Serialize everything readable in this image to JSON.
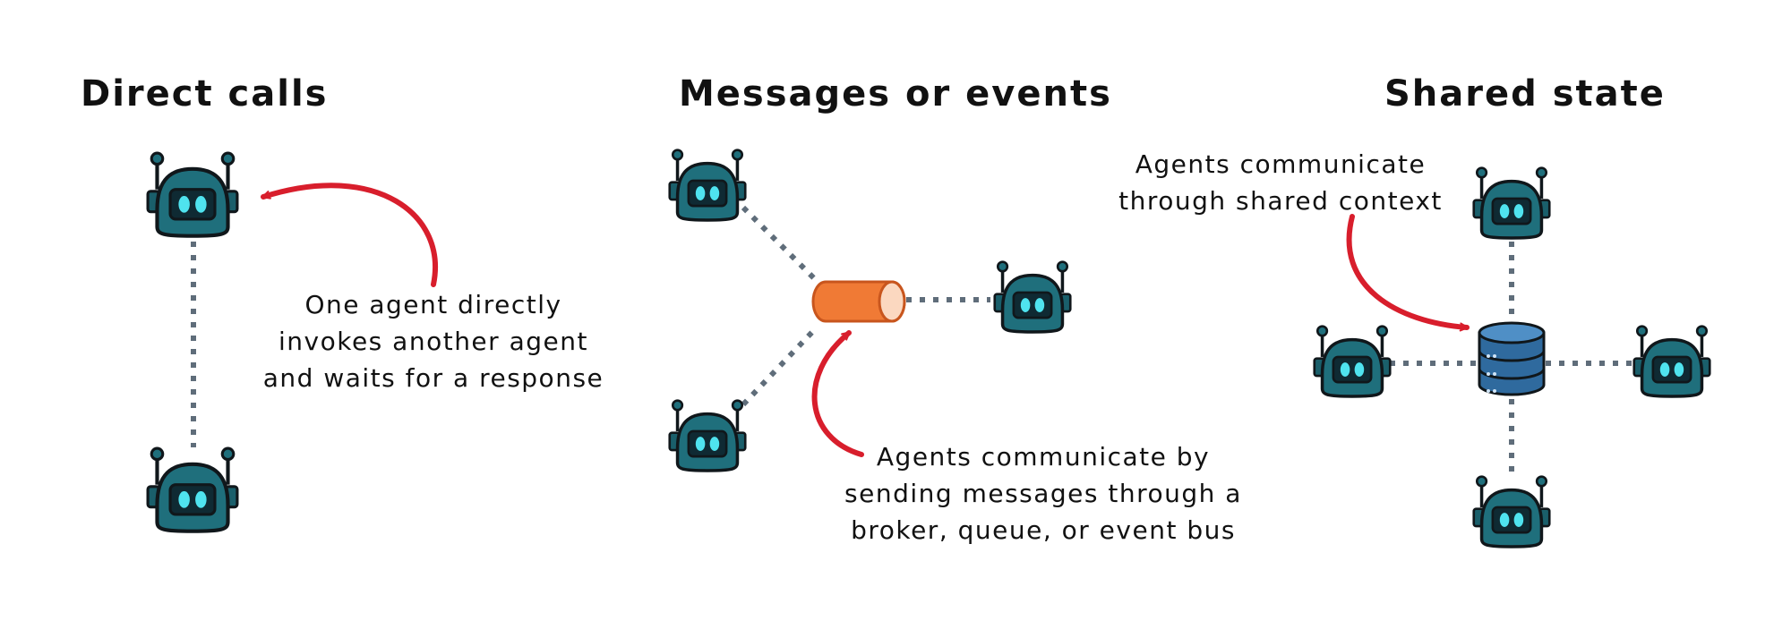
{
  "panels": [
    {
      "title": "Direct calls",
      "caption": [
        "One agent directly",
        "invokes another agent",
        "and waits for a response"
      ]
    },
    {
      "title": "Messages or events",
      "caption": [
        "Agents communicate by",
        "sending messages through a",
        "broker, queue, or event bus"
      ]
    },
    {
      "title": "Shared state",
      "caption": [
        "Agents communicate",
        "through shared context"
      ]
    }
  ],
  "colors": {
    "robot": "#1f6f7c",
    "robot_outline": "#10171b",
    "robot_eyes": "#4fe3ef",
    "connector": "#5f6d7a",
    "arrow": "#d81e2c",
    "queue": "#f07a35",
    "database": "#2f6a9e"
  },
  "icons": [
    "robot-icon",
    "queue-cylinder-icon",
    "database-icon",
    "arrow-icon"
  ]
}
